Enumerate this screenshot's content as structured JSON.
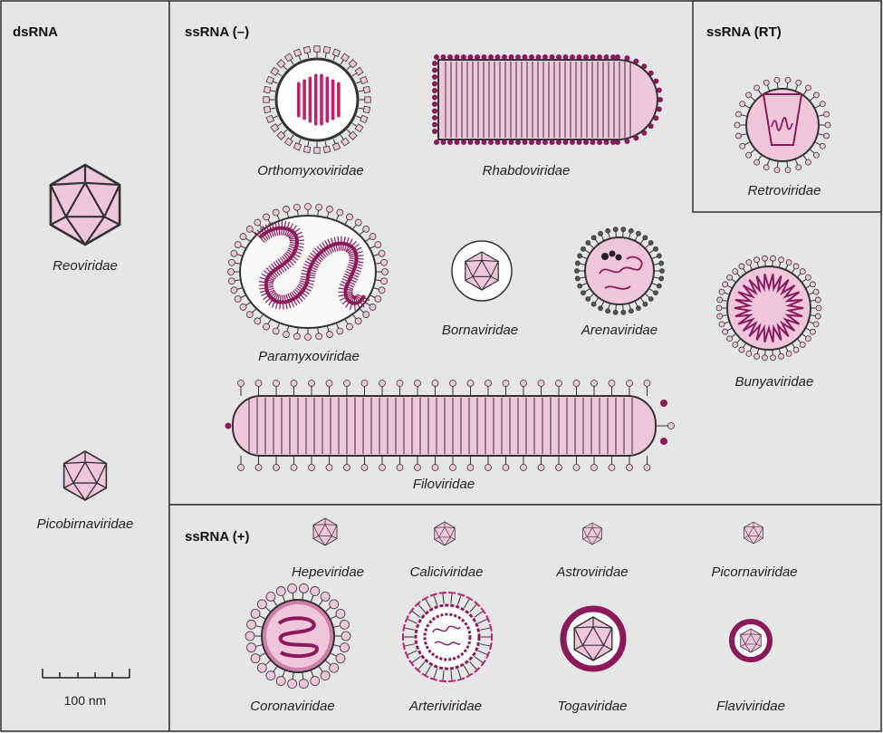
{
  "panels": {
    "dsrna": {
      "title": "dsRNA"
    },
    "ssrna_neg": {
      "title": "ssRNA (–)"
    },
    "ssrna_rt": {
      "title": "ssRNA (RT)"
    },
    "ssrna_pos": {
      "title": "ssRNA (+)"
    }
  },
  "families": {
    "reoviridae": "Reoviridae",
    "picobirnaviridae": "Picobirnaviridae",
    "orthomyxoviridae": "Orthomyxoviridae",
    "rhabdoviridae": "Rhabdoviridae",
    "retroviridae": "Retroviridae",
    "paramyxoviridae": "Paramyxoviridae",
    "bornaviridae": "Bornaviridae",
    "arenaviridae": "Arenaviridae",
    "bunyaviridae": "Bunyaviridae",
    "filoviridae": "Filoviridae",
    "hepeviridae": "Hepeviridae",
    "caliciviridae": "Caliciviridae",
    "astroviridae": "Astroviridae",
    "picornaviridae": "Picornaviridae",
    "coronaviridae": "Coronaviridae",
    "arteriviridae": "Arteriviridae",
    "togaviridae": "Togaviridae",
    "flaviviridae": "Flaviviridae"
  },
  "scale_bar": {
    "label": "100 nm"
  },
  "colors": {
    "capsid_fill": "#f0c6da",
    "nucleic_acid": "#8c1a5a",
    "outline": "#333333",
    "background": "#e6e6e6"
  }
}
